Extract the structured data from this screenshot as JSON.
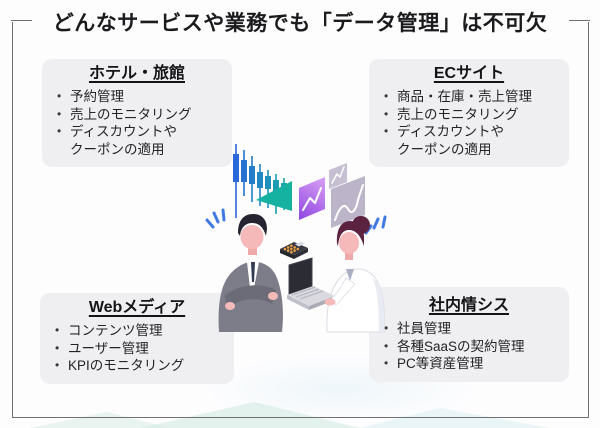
{
  "title": "どんなサービスや業務でも「データ管理」は不可欠",
  "cards": [
    {
      "id": "hotel",
      "heading": "ホテル・旅館",
      "lines": [
        {
          "text": "予約管理",
          "continuation": false
        },
        {
          "text": "売上のモニタリング",
          "continuation": false
        },
        {
          "text": "ディスカウントや",
          "continuation": false
        },
        {
          "text": "クーポンの適用",
          "continuation": true
        }
      ]
    },
    {
      "id": "ec",
      "heading": "ECサイト",
      "lines": [
        {
          "text": "商品・在庫・売上管理",
          "continuation": false
        },
        {
          "text": "売上のモニタリング",
          "continuation": false
        },
        {
          "text": "ディスカウントや",
          "continuation": false
        },
        {
          "text": "クーポンの適用",
          "continuation": true
        }
      ]
    },
    {
      "id": "web",
      "heading": "Webメディア",
      "lines": [
        {
          "text": "コンテンツ管理",
          "continuation": false
        },
        {
          "text": "ユーザー管理",
          "continuation": false
        },
        {
          "text": "KPIのモニタリング",
          "continuation": false
        }
      ]
    },
    {
      "id": "internal",
      "heading": "社内情シス",
      "lines": [
        {
          "text": "社員管理",
          "continuation": false
        },
        {
          "text": "各種SaaSの契約管理",
          "continuation": false
        },
        {
          "text": "PC等資産管理",
          "continuation": false
        }
      ]
    }
  ],
  "illustration": {
    "icons": [
      "bar-chart-icon",
      "line-chart-tile-purple-icon",
      "line-chart-tile-small-icon",
      "line-chart-tile-large-icon",
      "businessman-icon",
      "businesswoman-icon",
      "calculator-icon",
      "laptop-icon",
      "emphasis-marks-man-icon",
      "emphasis-marks-woman-icon"
    ]
  },
  "colors": {
    "title_text": "#1b1b1d",
    "frame_border": "#707070",
    "card_background": "#efeef0",
    "body_text": "#242427",
    "chart_blue": "#2b63dc",
    "chart_teal": "#16b2a1",
    "tile_purple": "#9b4fe6",
    "tile_lavender": "#bcb4c9",
    "emphasis_blue": "#4179e3",
    "suit_gray": "#7d7d89",
    "hair_dark": "#262431",
    "hair_plum": "#5c2340",
    "skin_pink": "#f6b9b9",
    "calculator_button_orange": "#f0a23c"
  }
}
